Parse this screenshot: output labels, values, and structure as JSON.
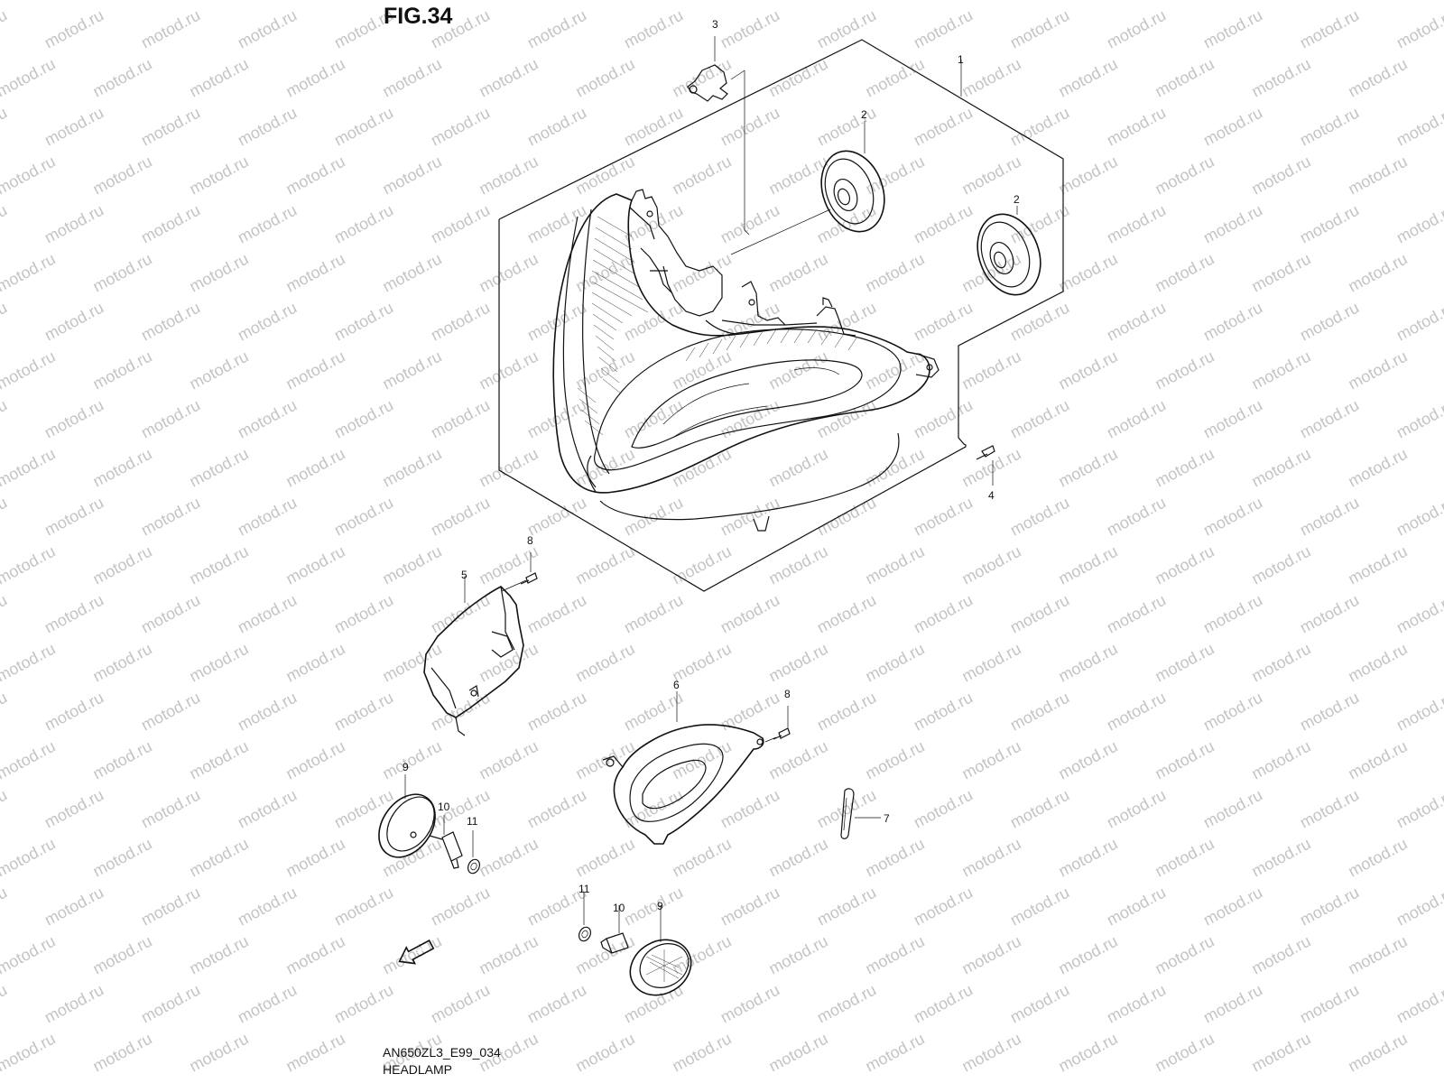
{
  "figure": {
    "title": "FIG.34",
    "code": "AN650ZL3_E99_034",
    "name": "HEADLAMP"
  },
  "watermark": {
    "text": "motod.ru"
  },
  "fwd_arrow": {
    "label": "FWD"
  },
  "callouts": [
    {
      "id": "callout-1",
      "label": "1"
    },
    {
      "id": "callout-2a",
      "label": "2"
    },
    {
      "id": "callout-2b",
      "label": "2"
    },
    {
      "id": "callout-3",
      "label": "3"
    },
    {
      "id": "callout-4",
      "label": "4"
    },
    {
      "id": "callout-5",
      "label": "5"
    },
    {
      "id": "callout-6",
      "label": "6"
    },
    {
      "id": "callout-7",
      "label": "7"
    },
    {
      "id": "callout-8a",
      "label": "8"
    },
    {
      "id": "callout-8b",
      "label": "8"
    },
    {
      "id": "callout-9a",
      "label": "9"
    },
    {
      "id": "callout-9b",
      "label": "9"
    },
    {
      "id": "callout-10a",
      "label": "10"
    },
    {
      "id": "callout-10b",
      "label": "10"
    },
    {
      "id": "callout-11a",
      "label": "11"
    },
    {
      "id": "callout-11b",
      "label": "11"
    }
  ]
}
